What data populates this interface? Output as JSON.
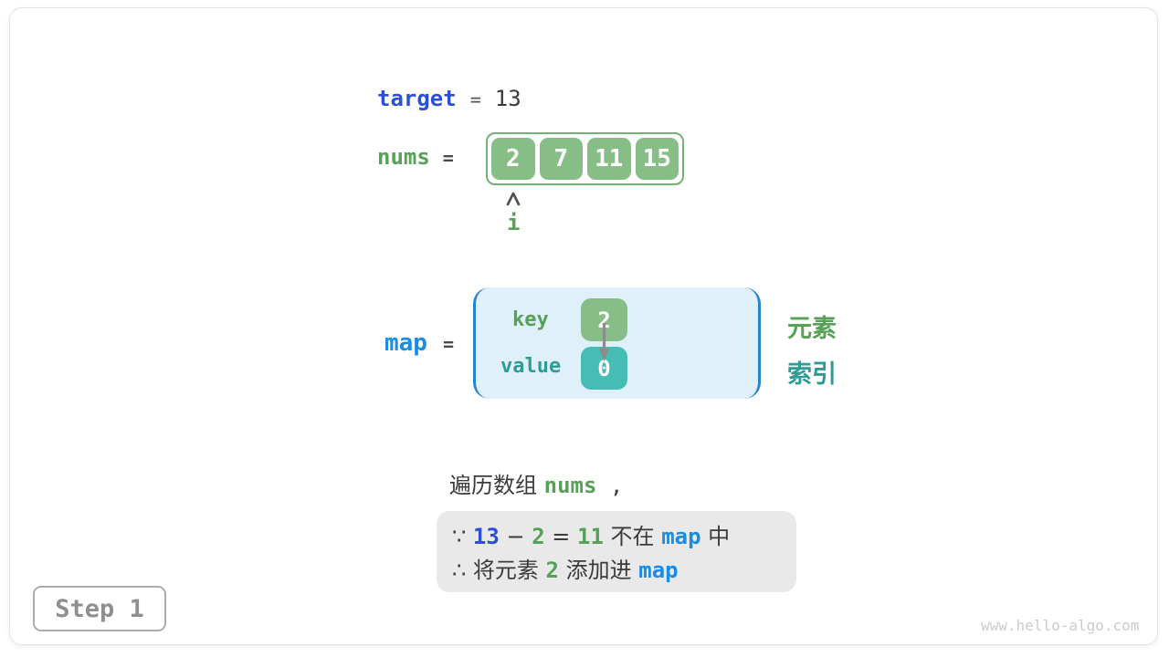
{
  "colors": {
    "royal_blue": "#2B4FD8",
    "azure_blue": "#1A8CE3",
    "green_text": "#57A157",
    "teal_text": "#2E9B94",
    "green_fill": "#87BE87",
    "green_border": "#72B272",
    "teal_fill": "#45BCB4",
    "map_fill": "#E0F0FA",
    "map_border": "#2384CF",
    "dark_text": "#3B3B3B",
    "mid_gray": "#555555",
    "arrow_gray": "#8C8C8C",
    "note_bg": "#E9E9E9",
    "step_gray": "#8F8F8F",
    "step_border": "#ACACAC",
    "watermark_gray": "#CBCBCB",
    "card_border": "#E5E5E5"
  },
  "target_row": {
    "label": "target",
    "eq": "=",
    "value": "13"
  },
  "nums_row": {
    "label": "nums",
    "eq": "=",
    "cells": [
      "2",
      "7",
      "11",
      "15"
    ],
    "index_label": "i"
  },
  "map_row": {
    "label": "map",
    "eq": "=",
    "key_label": "key",
    "value_label": "value",
    "entry_key": "2",
    "entry_value": "0",
    "element_label": "元素",
    "index_label": "索引"
  },
  "caption": {
    "pre": "遍历数组 ",
    "code": "nums",
    "post": " ,"
  },
  "note": {
    "line1": {
      "s0": "∵ ",
      "s1": "13",
      "s2": " − ",
      "s3": "2",
      "s4": " = ",
      "s5": "11",
      "s6": " 不在 ",
      "s7": "map",
      "s8": " 中"
    },
    "line2": {
      "t0": "∴ 将元素 ",
      "t1": "2",
      "t2": " 添加进 ",
      "t3": "map"
    }
  },
  "footer": {
    "step_label": "Step 1",
    "watermark": "www.hello-algo.com"
  }
}
